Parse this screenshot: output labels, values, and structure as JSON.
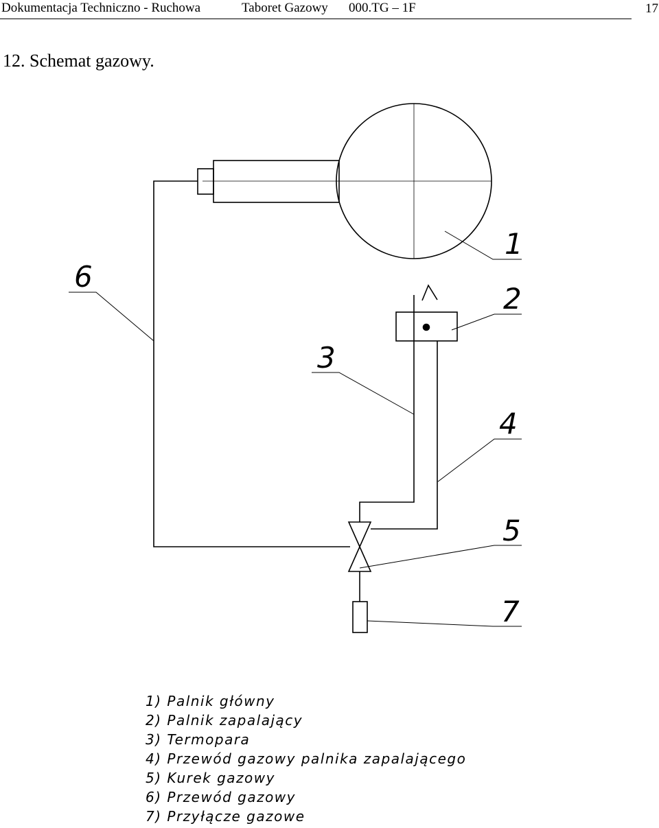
{
  "header": {
    "doc_title": "Dokumentacja Techniczno - Ruchowa",
    "product": "Taboret Gazowy",
    "code": "000.TG – 1F",
    "page_number": "17"
  },
  "section_title": "12. Schemat gazowy.",
  "callouts": [
    "1",
    "2",
    "3",
    "4",
    "5",
    "6",
    "7"
  ],
  "legend": [
    "1) Palnik główny",
    "2) Palnik zapalający",
    "3) Termopara",
    "4) Przewód gazowy palnika zapalającego",
    "5) Kurek gazowy",
    "6) Przewód gazowy",
    "7) Przyłącze gazowe"
  ]
}
